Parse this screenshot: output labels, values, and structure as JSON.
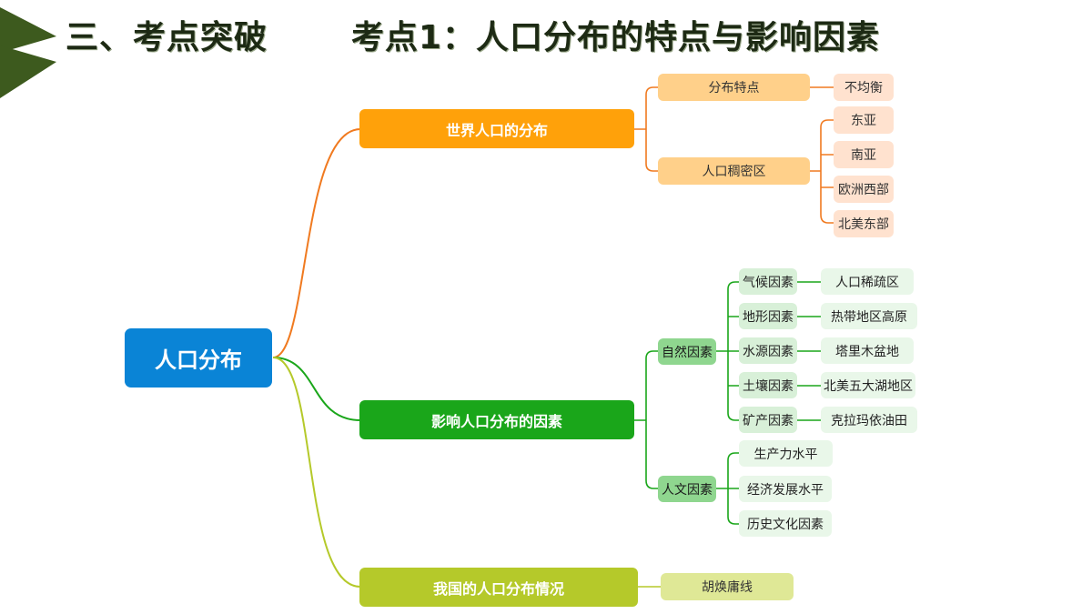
{
  "header": {
    "section_title": "三、考点突破",
    "topic_title": "考点1：人口分布的特点与影响因素"
  },
  "colors": {
    "orange_branch": "#f07a20",
    "green_branch": "#1aa61a",
    "yellow_branch": "#b5c92a",
    "root": "#0a84d6",
    "accent_dark_green": "#3d5a1e"
  },
  "mindmap": {
    "root": "人口分布",
    "world": {
      "label": "世界人口的分布",
      "features": {
        "label": "分布特点",
        "value": "不均衡"
      },
      "dense": {
        "label": "人口稠密区",
        "regions": [
          "东亚",
          "南亚",
          "欧洲西部",
          "北美东部"
        ]
      }
    },
    "factors": {
      "label": "影响人口分布的因素",
      "natural": {
        "label": "自然因素",
        "items": [
          {
            "label": "气候因素",
            "example": "人口稀疏区"
          },
          {
            "label": "地形因素",
            "example": "热带地区高原"
          },
          {
            "label": "水源因素",
            "example": "塔里木盆地"
          },
          {
            "label": "土壤因素",
            "example": "北美五大湖地区"
          },
          {
            "label": "矿产因素",
            "example": "克拉玛依油田"
          }
        ]
      },
      "human": {
        "label": "人文因素",
        "items": [
          "生产力水平",
          "经济发展水平",
          "历史文化因素"
        ]
      }
    },
    "china": {
      "label": "我国的人口分布情况",
      "child": "胡焕庸线"
    }
  }
}
